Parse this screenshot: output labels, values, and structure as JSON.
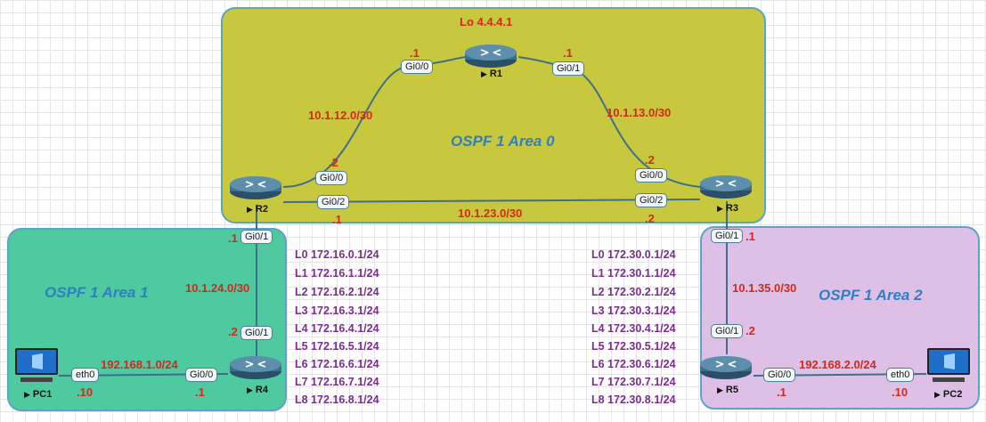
{
  "areas": {
    "area0": {
      "name": "OSPF 1 Area 0",
      "fill": "#c8c83e"
    },
    "area1": {
      "name": "OSPF 1 Area 1",
      "fill": "#4ec9a0"
    },
    "area2": {
      "name": "OSPF 1 Area 2",
      "fill": "#dec0e6"
    }
  },
  "devices": {
    "r1": {
      "label": "R1",
      "icon": "router-icon"
    },
    "r2": {
      "label": "R2",
      "icon": "router-icon"
    },
    "r3": {
      "label": "R3",
      "icon": "router-icon"
    },
    "r4": {
      "label": "R4",
      "icon": "router-icon"
    },
    "r5": {
      "label": "R5",
      "icon": "router-icon"
    },
    "pc1": {
      "label": "PC1",
      "icon": "pc-icon"
    },
    "pc2": {
      "label": "PC2",
      "icon": "pc-icon"
    }
  },
  "r1_loopback": "Lo 4.4.4.1",
  "links": {
    "r1_r2": {
      "subnet": "10.1.12.0/30",
      "r1_port": "Gi0/0",
      "r1_host": ".1",
      "r2_port": "Gi0/0",
      "r2_host": ".2"
    },
    "r1_r3": {
      "subnet": "10.1.13.0/30",
      "r1_port": "Gi0/1",
      "r1_host": ".1",
      "r3_port": "Gi0/0",
      "r3_host": ".2"
    },
    "r2_r3": {
      "subnet": "10.1.23.0/30",
      "r2_port": "Gi0/2",
      "r2_host": ".1",
      "r3_port": "Gi0/2",
      "r3_host": ".2"
    },
    "r2_r4": {
      "subnet": "10.1.24.0/30",
      "r2_port": "Gi0/1",
      "r2_host": ".1",
      "r4_port": "Gi0/1",
      "r4_host": ".2"
    },
    "r3_r5": {
      "subnet": "10.1.35.0/30",
      "r3_port": "Gi0/1",
      "r3_host": ".1",
      "r5_port": "Gi0/1",
      "r5_host": ".2"
    },
    "r4_pc1": {
      "subnet": "192.168.1.0/24",
      "pc1_port": "eth0",
      "pc1_host": ".10",
      "r4_port": "Gi0/0",
      "r4_host": ".1"
    },
    "r5_pc2": {
      "subnet": "192.168.2.0/24",
      "r5_port": "Gi0/0",
      "r5_host": ".1",
      "pc2_port": "eth0",
      "pc2_host": ".10"
    }
  },
  "r4_loopbacks": [
    "L0 172.16.0.1/24",
    "L1 172.16.1.1/24",
    "L2 172.16.2.1/24",
    "L3 172.16.3.1/24",
    "L4 172.16.4.1/24",
    "L5 172.16.5.1/24",
    "L6 172.16.6.1/24",
    "L7 172.16.7.1/24",
    "L8 172.16.8.1/24"
  ],
  "r5_loopbacks": [
    "L0 172.30.0.1/24",
    "L1 172.30.1.1/24",
    "L2 172.30.2.1/24",
    "L3 172.30.3.1/24",
    "L4 172.30.4.1/24",
    "L5 172.30.5.1/24",
    "L6 172.30.6.1/24",
    "L7 172.30.7.1/24",
    "L8 172.30.8.1/24"
  ],
  "colors": {
    "link": "#3f6f8a",
    "router_body": "#3d6e8c",
    "label_red": "#d12a1a",
    "loopback_purple": "#7b2d8e",
    "area_title_blue": "#2f7fc1",
    "area_border": "#5ba3c7"
  }
}
